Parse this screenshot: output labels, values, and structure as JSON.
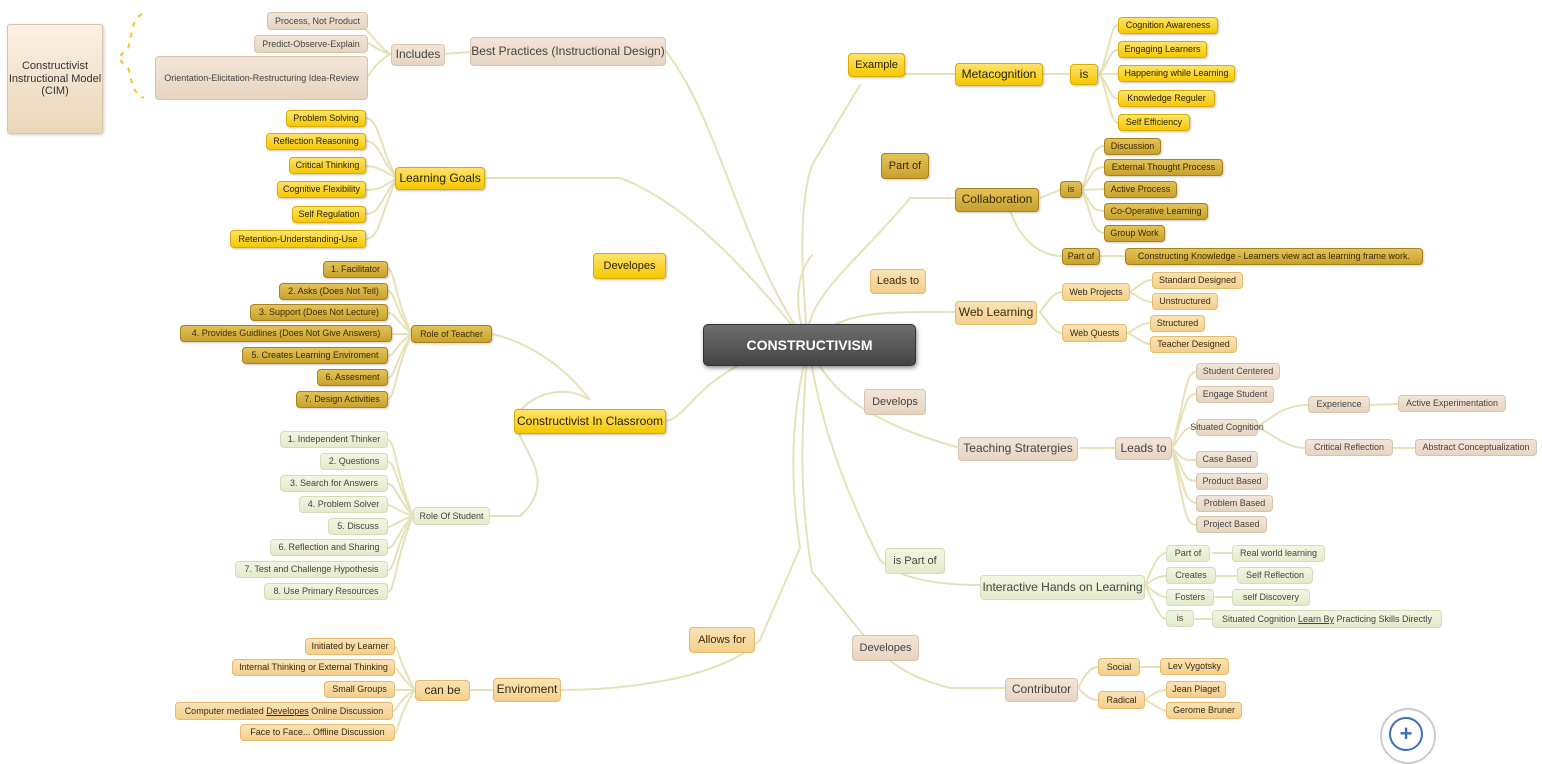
{
  "center": "CONSTRUCTIVISM",
  "cim": "Constructivist Instructional Model (CIM)",
  "best_practices": {
    "title": "Best Practices (Instructional Design)",
    "includes": "Includes",
    "items": [
      "Process, Not Product",
      "Predict-Observe-Explain",
      "Orientation-Elicitation-Restructuring Idea-Review"
    ]
  },
  "learning_goals": {
    "title": "Learning Goals",
    "items": [
      "Problem Solving",
      "Reflection Reasoning",
      "Critical Thinking",
      "Cognitive Flexibility",
      "Self Regulation",
      "Retention-Understanding-Use"
    ]
  },
  "developes_label": "Developes",
  "classroom": {
    "title": "Constructivist In Classroom",
    "teacher": {
      "title": "Role of Teacher",
      "items": [
        "1.  Facilitator",
        "2.  Asks (Does Not Tell)",
        "3.  Support (Does Not Lecture)",
        "4.  Provides Guidlines (Does Not Give Answers)",
        "5.  Creates Learning Enviroment",
        "6.  Assesment",
        "7.  Design Activities"
      ]
    },
    "student": {
      "title": "Role Of Student",
      "items": [
        "1.  Independent Thinker",
        "2.  Questions",
        "3.  Search for Answers",
        "4.  Problem Solver",
        "5.  Discuss",
        "6.  Reflection and Sharing",
        "7.  Test and Challenge Hypothesis",
        "8.  Use Primary Resources"
      ]
    }
  },
  "allows_for": "Allows for",
  "environment": {
    "title": "Enviroment",
    "can_be": "can be",
    "items": [
      "Initiated by Learner",
      "Internal Thinking or External Thinking",
      "Small Groups",
      "Face to Face... Offline Discussion"
    ],
    "computer_pre": "Computer mediated ",
    "computer_link": "Developes",
    "computer_post": " Online Discussion"
  },
  "example": {
    "label": "Example",
    "title": "Metacognition",
    "is": "is",
    "items": [
      "Cognition Awareness",
      "Engaging Learners",
      "Happening while Learning",
      "Knowledge Reguler",
      "Self Efficiency"
    ]
  },
  "collaboration": {
    "part_of": "Part of",
    "title": "Collaboration",
    "is": "is",
    "items": [
      "Discussion",
      "External Thought Process",
      "Active Process",
      "Co-Operative Learning",
      "Group Work"
    ],
    "part_of2": "Part of",
    "constructing": "Constructing Knowledge - Learners view act as learning frame work."
  },
  "web": {
    "leads_to": "Leads to",
    "title": "Web Learning",
    "projects": "Web Projects",
    "project_items": [
      "Standard Designed",
      "Unstructured"
    ],
    "quests": "Web Quests",
    "quest_items": [
      "Structured",
      "Teacher Designed"
    ]
  },
  "teaching": {
    "develops": "Develops",
    "title": "Teaching Stratergies",
    "leads_to": "Leads to",
    "items": [
      "Student Centered",
      "Engage Student",
      "Situated Cognition",
      "Case Based",
      "Product Based",
      "Problem Based",
      "Project Based"
    ],
    "experience": "Experience",
    "active_exp": "Active Experimentation",
    "critical_ref": "Critical Reflection",
    "abstract": "Abstract Conceptualization"
  },
  "hands_on": {
    "is_part_of": "is Part of",
    "title": "Interactive Hands on Learning",
    "rel": [
      "Part of",
      "Creates",
      "Fosters",
      "is"
    ],
    "vals": [
      "Real world learning",
      "Self Reflection",
      "self Discovery"
    ],
    "situated_pre": "Situated Cognition ",
    "situated_link": "Learn By",
    "situated_post": " Practicing Skills Directly"
  },
  "contributor": {
    "developes": "Developes",
    "title": "Contributor",
    "social": "Social",
    "radical": "Radical",
    "people": [
      "Lev Vygotsky",
      "Jean Piaget",
      "Gerome Bruner"
    ]
  },
  "zoom_icon": "+",
  "colors": {
    "line": "#e6e2b8",
    "brace": "#f2c230",
    "center": "#555555"
  }
}
